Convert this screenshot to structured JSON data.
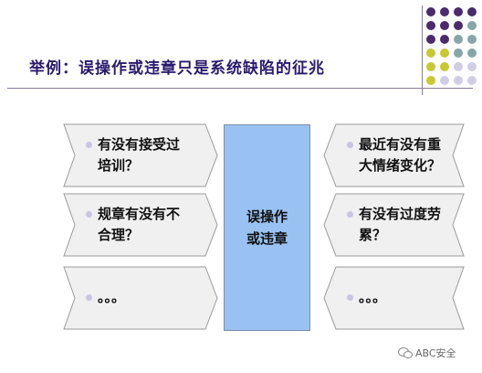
{
  "title": "举例：误操作或违章只是系统缺陷的征兆",
  "center": {
    "line1": "误操作",
    "line2": "或违章"
  },
  "left_items": [
    {
      "text": "有没有接受过\n培训？"
    },
    {
      "text": "规章有没有不\n合理？"
    },
    {
      "text": "。。。"
    }
  ],
  "right_items": [
    {
      "text": "最近有没有重\n大情绪变化？"
    },
    {
      "text": "有没有过度劳\n累？"
    },
    {
      "text": "。。。"
    }
  ],
  "watermark": "ABC安全",
  "colors": {
    "title": "#2a1a6e",
    "dot_purple": "#4b2b6b",
    "dot_teal": "#86a6a9",
    "dot_yellow": "#c8c832",
    "dot_lavender": "#d2cde6",
    "center_fill": "#99c2f2",
    "arrow_fill": "#f0f0f0",
    "bullet": "#c9c3e6"
  }
}
